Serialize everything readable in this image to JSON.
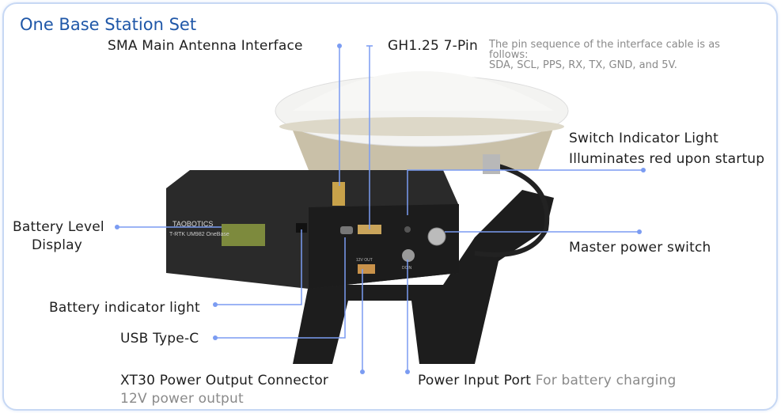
{
  "title": "One Base Station Set",
  "labels": {
    "sma": "SMA Main Antenna Interface",
    "gh": "GH1.25 7-Pin",
    "gh_note_1": "The pin sequence of the interface cable is as",
    "gh_note_2": "follows:",
    "gh_note_3": "SDA, SCL, PPS, RX, TX, GND, and 5V.",
    "switch_light": "Switch Indicator Light",
    "switch_light_sub": "Illuminates red upon startup",
    "battery_display_1": "Battery Level",
    "battery_display_2": "Display",
    "master_switch": "Master power switch",
    "battery_light": "Battery indicator light",
    "usb": "USB Type-C",
    "xt30": "XT30 Power Output Connector",
    "xt30_sub": "12V power output",
    "power_in": "Power Input Port",
    "power_in_sub": "For battery charging"
  },
  "device": {
    "brand": "TAOBOTICS",
    "model": "T-RTK UM982 OneBase",
    "port_12v": "12V OUT",
    "port_dc": "DCIN"
  },
  "colors": {
    "accent": "#1f57a8",
    "line": "#7b9cf2"
  }
}
